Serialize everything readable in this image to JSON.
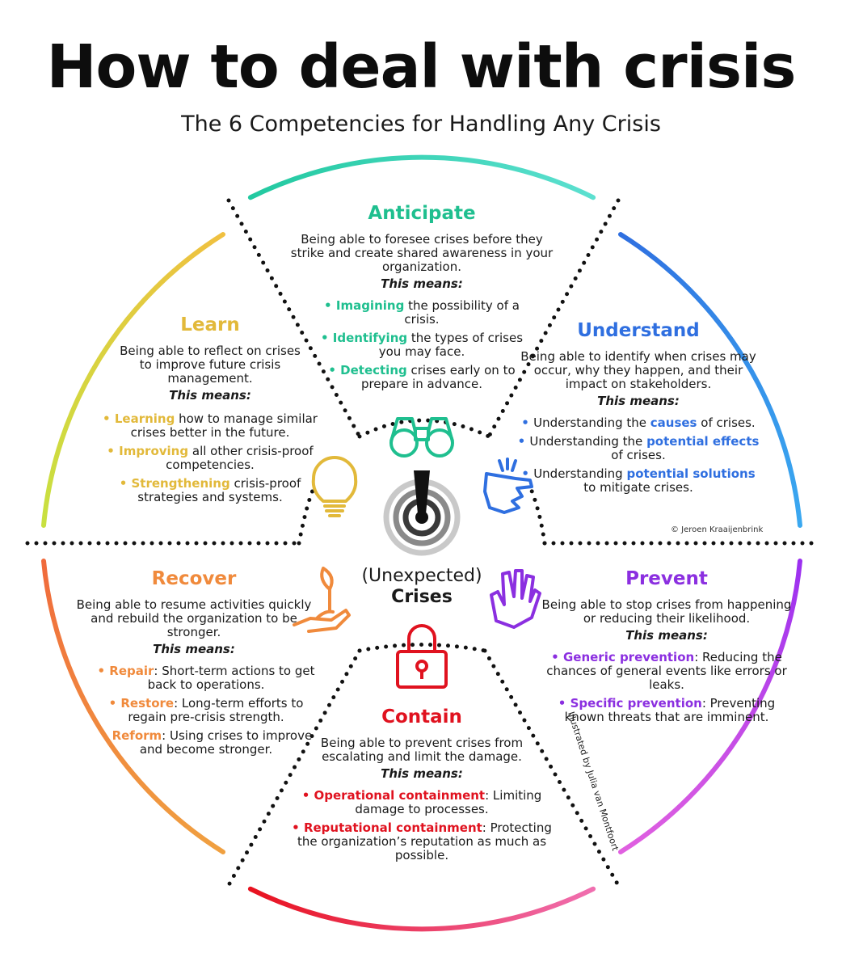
{
  "title": "How to deal with crisis",
  "subtitle": "The 6 Competencies for Handling Any Crisis",
  "center": {
    "line1": "(Unexpected)",
    "line2": "Crises"
  },
  "credit_author": "© Jeroen Kraaijenbrink",
  "credit_illustrator": "Illustrated by Julia van Montfoort",
  "colors": {
    "anticipate": "#1fbf8f",
    "understand": "#2f6fe0",
    "prevent": "#8b2fe0",
    "contain": "#e0121f",
    "recover": "#f08a3c",
    "learn": "#e2b93a"
  },
  "icons": {
    "anticipate": "binoculars-icon",
    "understand": "snap-hand-icon",
    "prevent": "stop-hand-icon",
    "contain": "padlock-icon",
    "recover": "seedling-hand-icon",
    "learn": "lightbulb-icon",
    "center": "exclamation-target-icon"
  },
  "sections": {
    "anticipate": {
      "heading": "Anticipate",
      "desc": "Being able to foresee crises before they strike and create shared awareness in your organization.",
      "means": "This means:",
      "items": [
        {
          "bold": "Imagining",
          "rest": " the possibility of a crisis."
        },
        {
          "bold": "Identifying",
          "rest": " the types of crises you may face."
        },
        {
          "bold": "Detecting",
          "rest": " crises early on to prepare in advance."
        }
      ]
    },
    "understand": {
      "heading": "Understand",
      "desc": "Being able to identify when crises may occur, why they happen, and their impact on stakeholders.",
      "means": "This means:",
      "items": [
        {
          "pre": "Understanding the ",
          "bold": "causes",
          "rest": " of crises."
        },
        {
          "pre": "Understanding the ",
          "bold": "potential effects",
          "rest": " of crises."
        },
        {
          "pre": "Understanding ",
          "bold": "potential solutions",
          "rest": " to mitigate crises."
        }
      ]
    },
    "prevent": {
      "heading": "Prevent",
      "desc": "Being able to stop crises from happening or reducing their likelihood.",
      "means": "This means:",
      "items": [
        {
          "bold": "Generic prevention",
          "rest": ": Reducing the chances of general events like errors or leaks."
        },
        {
          "bold": "Specific prevention",
          "rest": ": Preventing known threats that are imminent."
        }
      ]
    },
    "contain": {
      "heading": "Contain",
      "desc": "Being able to prevent crises from escalating and limit the damage.",
      "means": "This means:",
      "items": [
        {
          "bold": "Operational containment",
          "rest": ": Limiting damage to processes."
        },
        {
          "bold": "Reputational containment",
          "rest": ": Protecting the organization’s reputation as much as possible."
        }
      ]
    },
    "recover": {
      "heading": "Recover",
      "desc": "Being able to resume activities quickly and rebuild the organization to be stronger.",
      "means": "This means:",
      "items": [
        {
          "bold": "Repair",
          "rest": ": Short-term actions to get back to operations."
        },
        {
          "bold": "Restore",
          "rest": ": Long-term efforts to regain pre-crisis strength."
        },
        {
          "bold": "Reform",
          "rest": ": Using crises to improve and become stronger."
        }
      ]
    },
    "learn": {
      "heading": "Learn",
      "desc": "Being able to reflect on crises to improve future crisis management.",
      "means": "This means:",
      "items": [
        {
          "bold": "Learning",
          "rest": " how to manage similar crises better in the future."
        },
        {
          "bold": "Improving",
          "rest": " all other crisis-proof competencies."
        },
        {
          "bold": "Strengthening",
          "rest": " crisis-proof strategies and systems."
        }
      ]
    }
  }
}
